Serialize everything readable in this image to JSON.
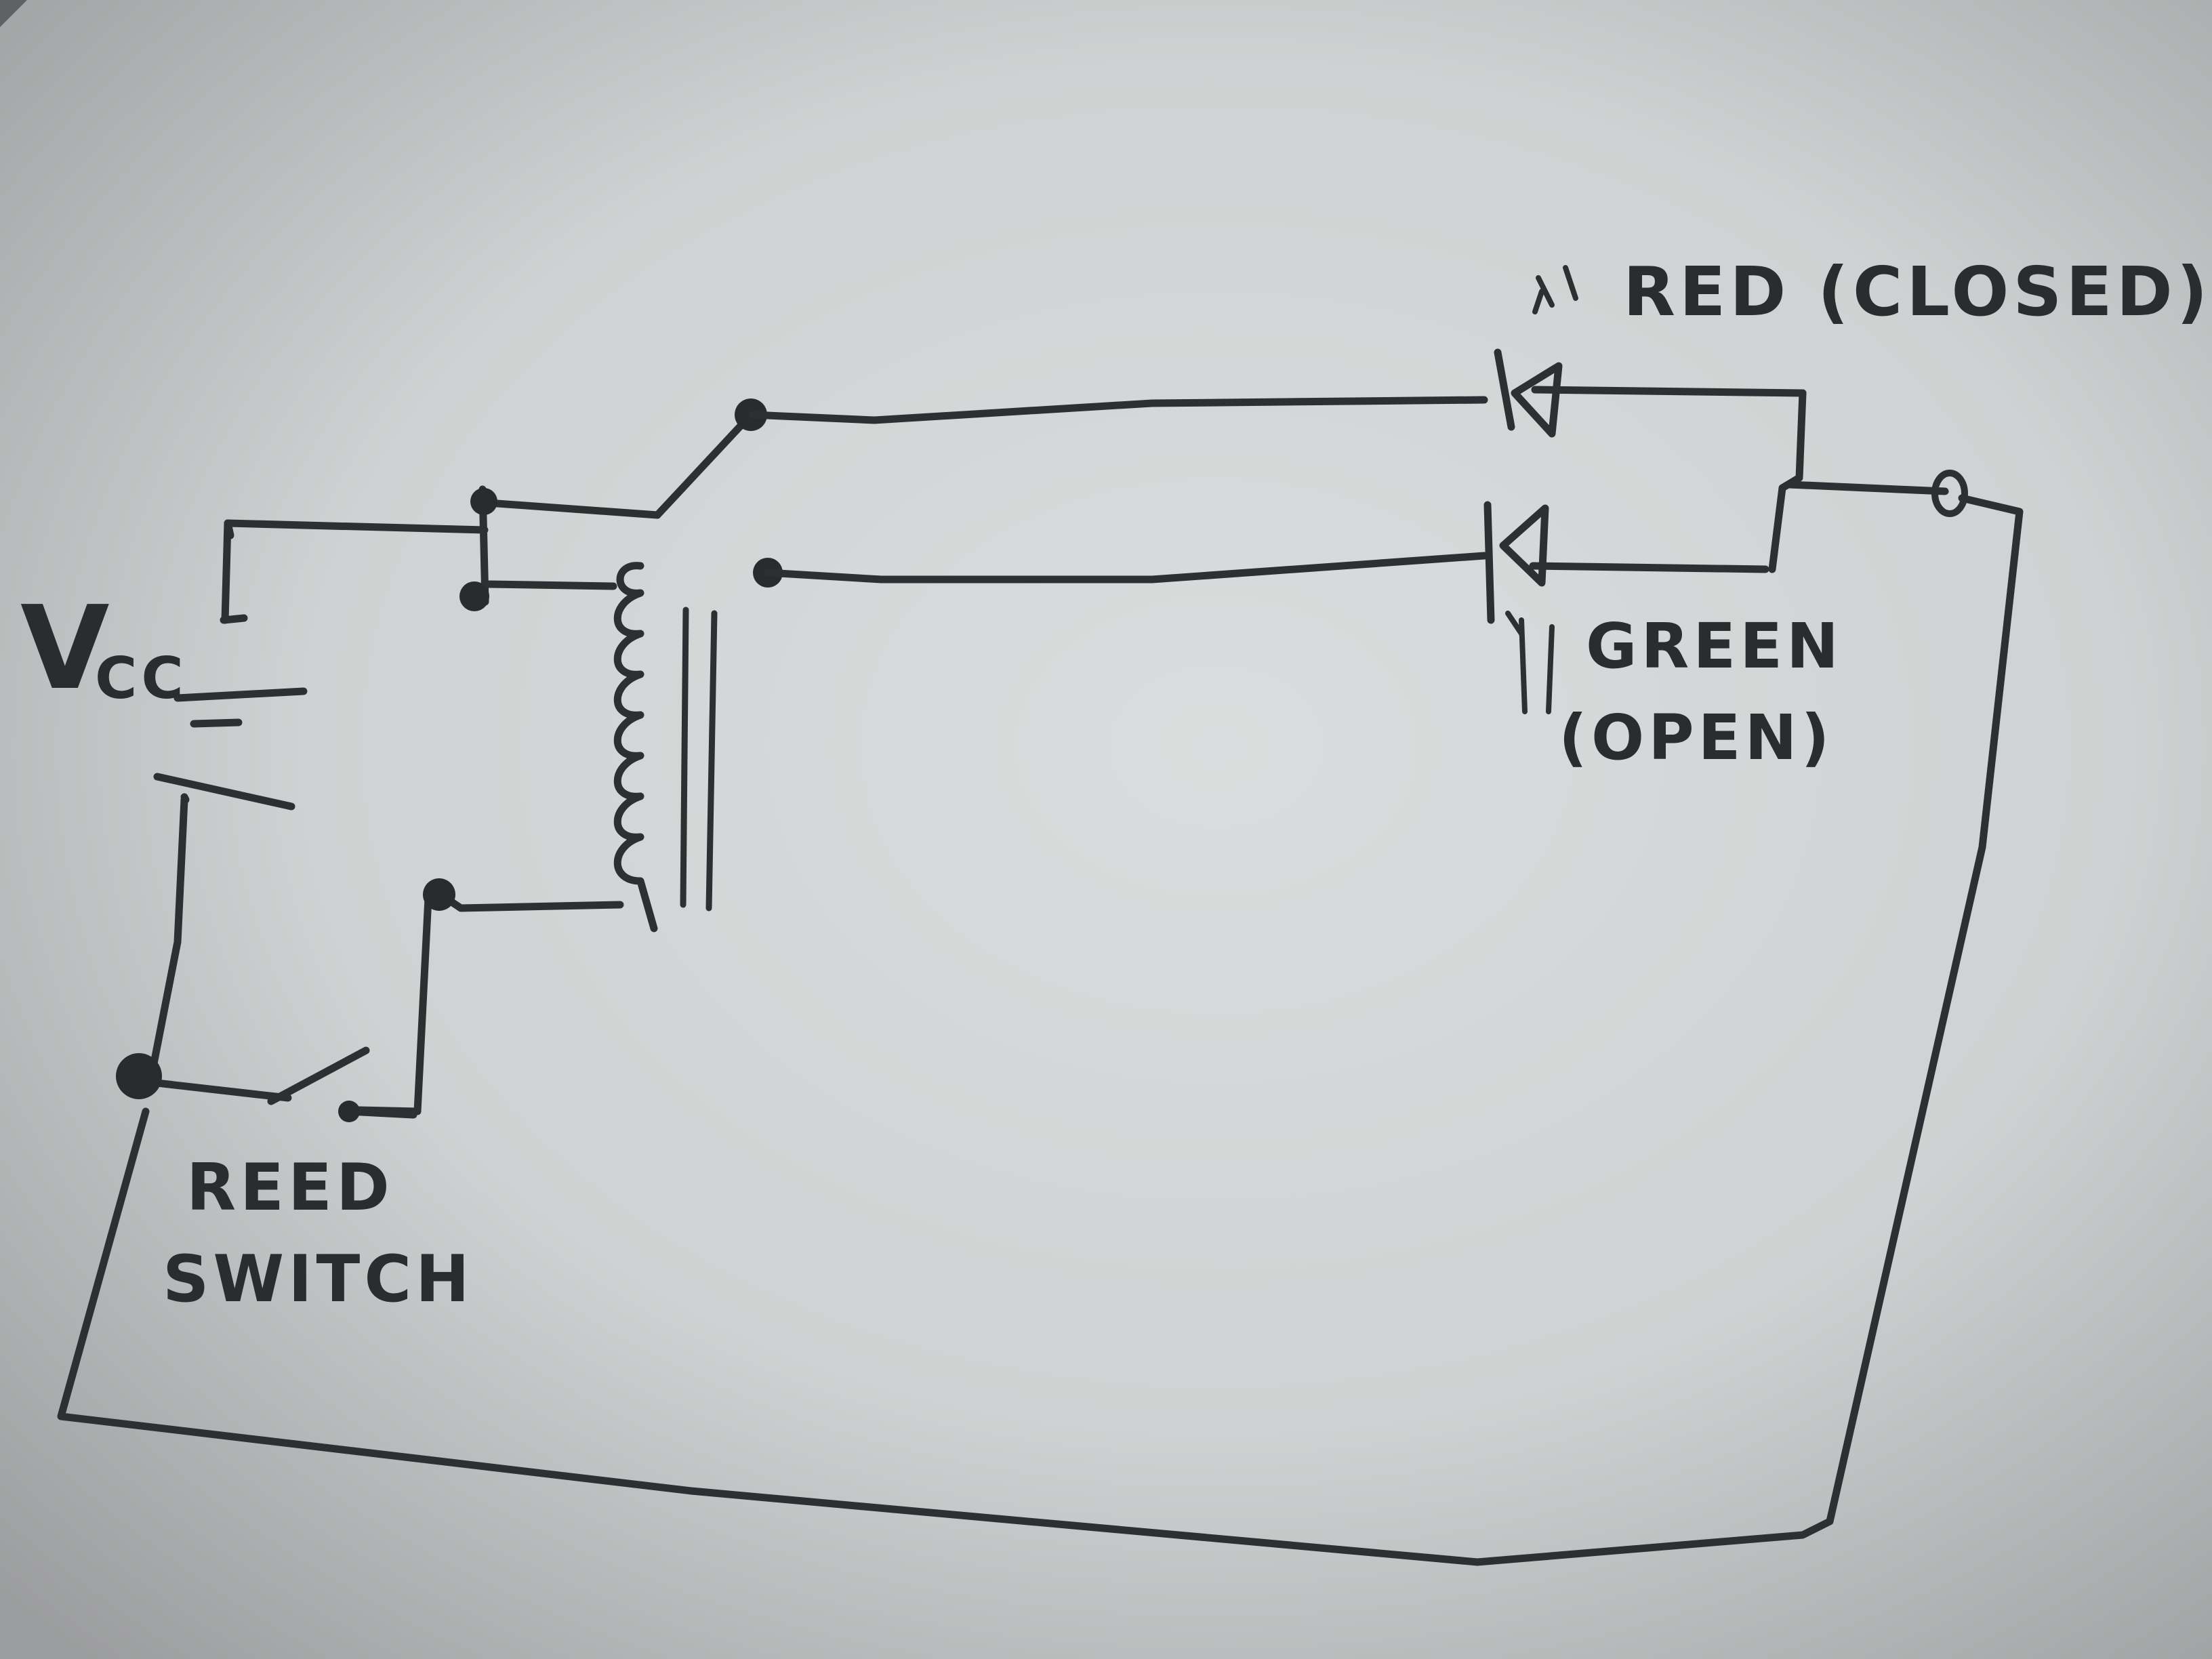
{
  "diagram": {
    "labels": {
      "vcc_main": "V",
      "vcc_sub": "CC",
      "red_led": "RED (CLOSED)",
      "green_led": "GREEN",
      "green_state": "(OPEN)",
      "reed_line1": "REED",
      "reed_line2": "SWITCH"
    },
    "colors": {
      "paper": "#d4d6d7",
      "paper_shadow": "#7a7b7c",
      "pencil": "#2e2f32"
    },
    "components": [
      "battery-vcc",
      "relay-coil",
      "relay-switch",
      "red-led",
      "green-led",
      "reed-switch"
    ]
  }
}
